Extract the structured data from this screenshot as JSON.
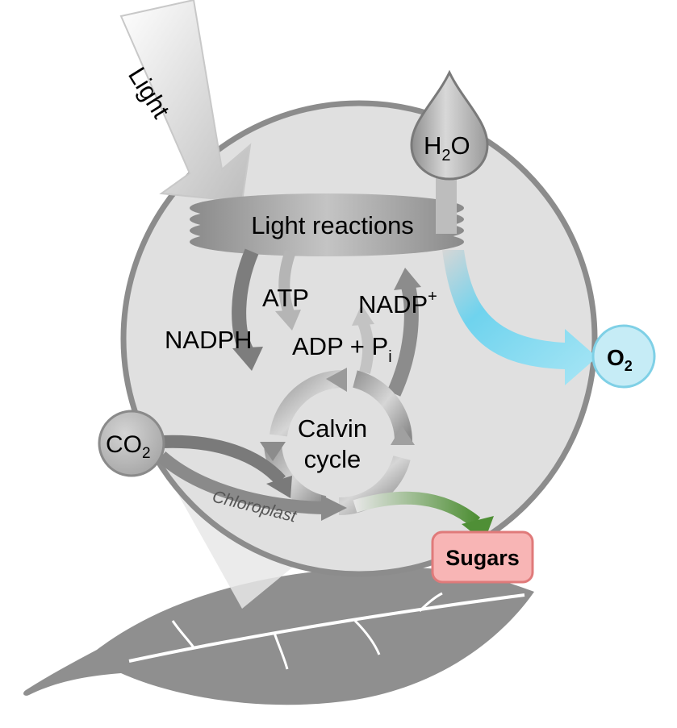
{
  "labels": {
    "light": "Light",
    "light_reactions": "Light reactions",
    "water_main": "H",
    "water_sub": "2",
    "water_tail": "O",
    "atp": "ATP",
    "nadph": "NADPH",
    "adp_pi_main": "ADP + P",
    "adp_pi_sub": "i",
    "nadp_main": "NADP",
    "nadp_sup": "+",
    "calvin_line1": "Calvin",
    "calvin_line2": "cycle",
    "co2_main": "CO",
    "co2_sub": "2",
    "o2_main": "O",
    "o2_sub": "2",
    "chloroplast": "Chloroplast",
    "sugars": "Sugars"
  },
  "colors": {
    "chloroplast_fill": "#e0e0e0",
    "chloroplast_stroke": "#8c8c8c",
    "leaf": "#8f8f8f",
    "oxygen_fill": "#c6ecf6",
    "oxygen_stroke": "#7fd0e6",
    "oxygen_arrow": "#8ad8ec",
    "sugars_fill": "#f8b5b5",
    "sugars_stroke": "#e07a7a",
    "sugar_arrow": "#6aa04f"
  }
}
